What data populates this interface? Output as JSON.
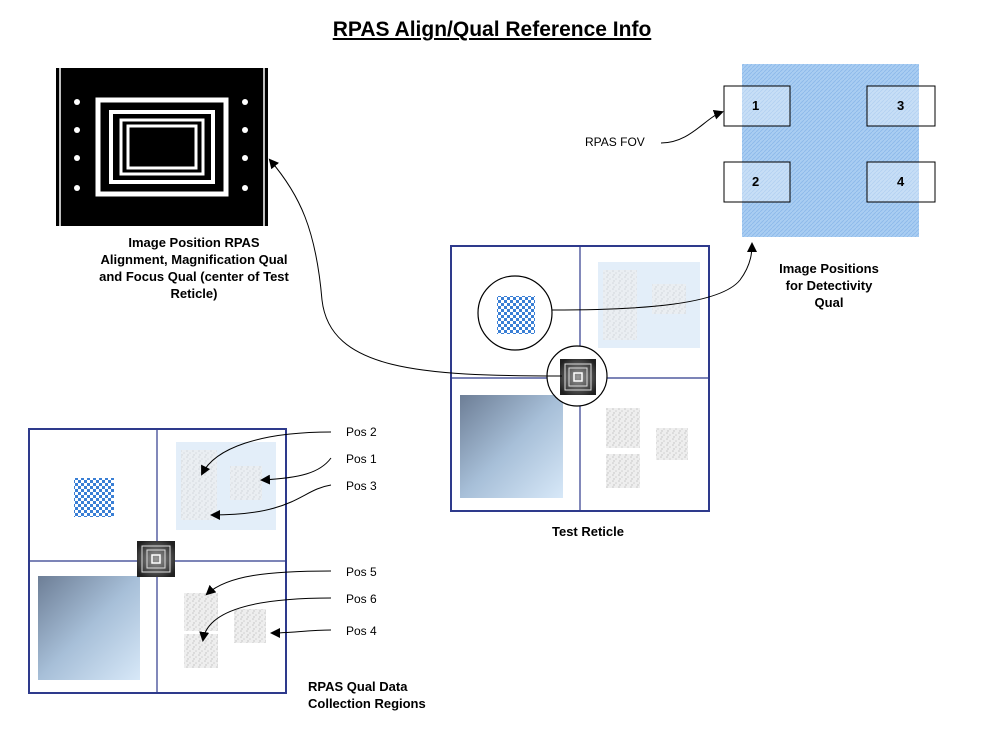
{
  "title": "RPAS Align/Qual Reference Info",
  "captions": {
    "alignment": "Image Position RPAS Alignment, Magnification Qual and Focus Qual (center of Test Reticle)",
    "detectivity": "Image Positions for Detectivity Qual",
    "test_reticle": "Test Reticle",
    "qual_regions": "RPAS Qual Data Collection Regions"
  },
  "fov_label": "RPAS FOV",
  "fov_positions": [
    "1",
    "2",
    "3",
    "4"
  ],
  "positions": [
    "Pos 2",
    "Pos 1",
    "Pos 3",
    "Pos 5",
    "Pos 6",
    "Pos 4"
  ],
  "colors": {
    "reticle_border": "#2e3a8c",
    "checker_blue": "#3a7fd5",
    "fov_fill": "#a9cdf2",
    "pale_blue": "#e3eef9",
    "arrow": "#000000"
  }
}
